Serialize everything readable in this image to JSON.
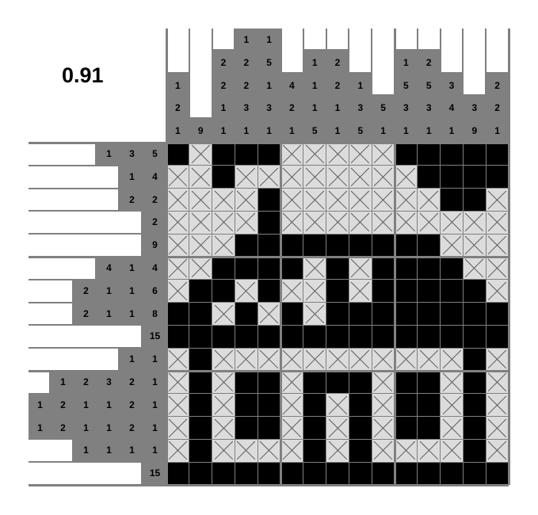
{
  "score": "0.91",
  "column_clues": [
    [
      "1",
      "2",
      "1"
    ],
    [
      "9"
    ],
    [
      "2",
      "2",
      "1",
      "1"
    ],
    [
      "1",
      "2",
      "2",
      "3",
      "1"
    ],
    [
      "1",
      "5",
      "1",
      "3",
      "1"
    ],
    [
      "4",
      "2",
      "1"
    ],
    [
      "1",
      "1",
      "1",
      "5"
    ],
    [
      "2",
      "2",
      "1",
      "1"
    ],
    [
      "1",
      "3",
      "5"
    ],
    [
      "5",
      "1"
    ],
    [
      "1",
      "5",
      "3",
      "1"
    ],
    [
      "2",
      "5",
      "3",
      "1"
    ],
    [
      "3",
      "4",
      "1"
    ],
    [
      "3",
      "9"
    ],
    [
      "2",
      "2",
      "1"
    ]
  ],
  "row_clues": [
    [
      "1",
      "3",
      "5"
    ],
    [
      "1",
      "4"
    ],
    [
      "2",
      "2"
    ],
    [
      "2"
    ],
    [
      "9"
    ],
    [
      "4",
      "1",
      "4"
    ],
    [
      "2",
      "1",
      "1",
      "6"
    ],
    [
      "2",
      "1",
      "1",
      "8"
    ],
    [
      "15"
    ],
    [
      "1",
      "1"
    ],
    [
      "1",
      "2",
      "3",
      "2",
      "1"
    ],
    [
      "1",
      "2",
      "1",
      "1",
      "2",
      "1"
    ],
    [
      "1",
      "2",
      "1",
      "1",
      "2",
      "1"
    ],
    [
      "1",
      "1",
      "1",
      "1"
    ],
    [
      "15"
    ]
  ],
  "grid": [
    "#X###XXXXX#####",
    "XX#XXXXXXXX####",
    "XXXX#XXXXXXX##X",
    "XXXX#XXXXXXXXXX",
    "XXX#########XXX",
    "XX####X#X####XX",
    "X##X#XX#X#####X",
    "##X#X#X########",
    "###############",
    "X#XXXXXXXXXXX#X",
    "X#X##X###X##X#X",
    "X#X##X#X#X##X#X",
    "X#X##X#X#X##X#X",
    "X#XXXX#X#XXXX#X",
    "###############"
  ]
}
